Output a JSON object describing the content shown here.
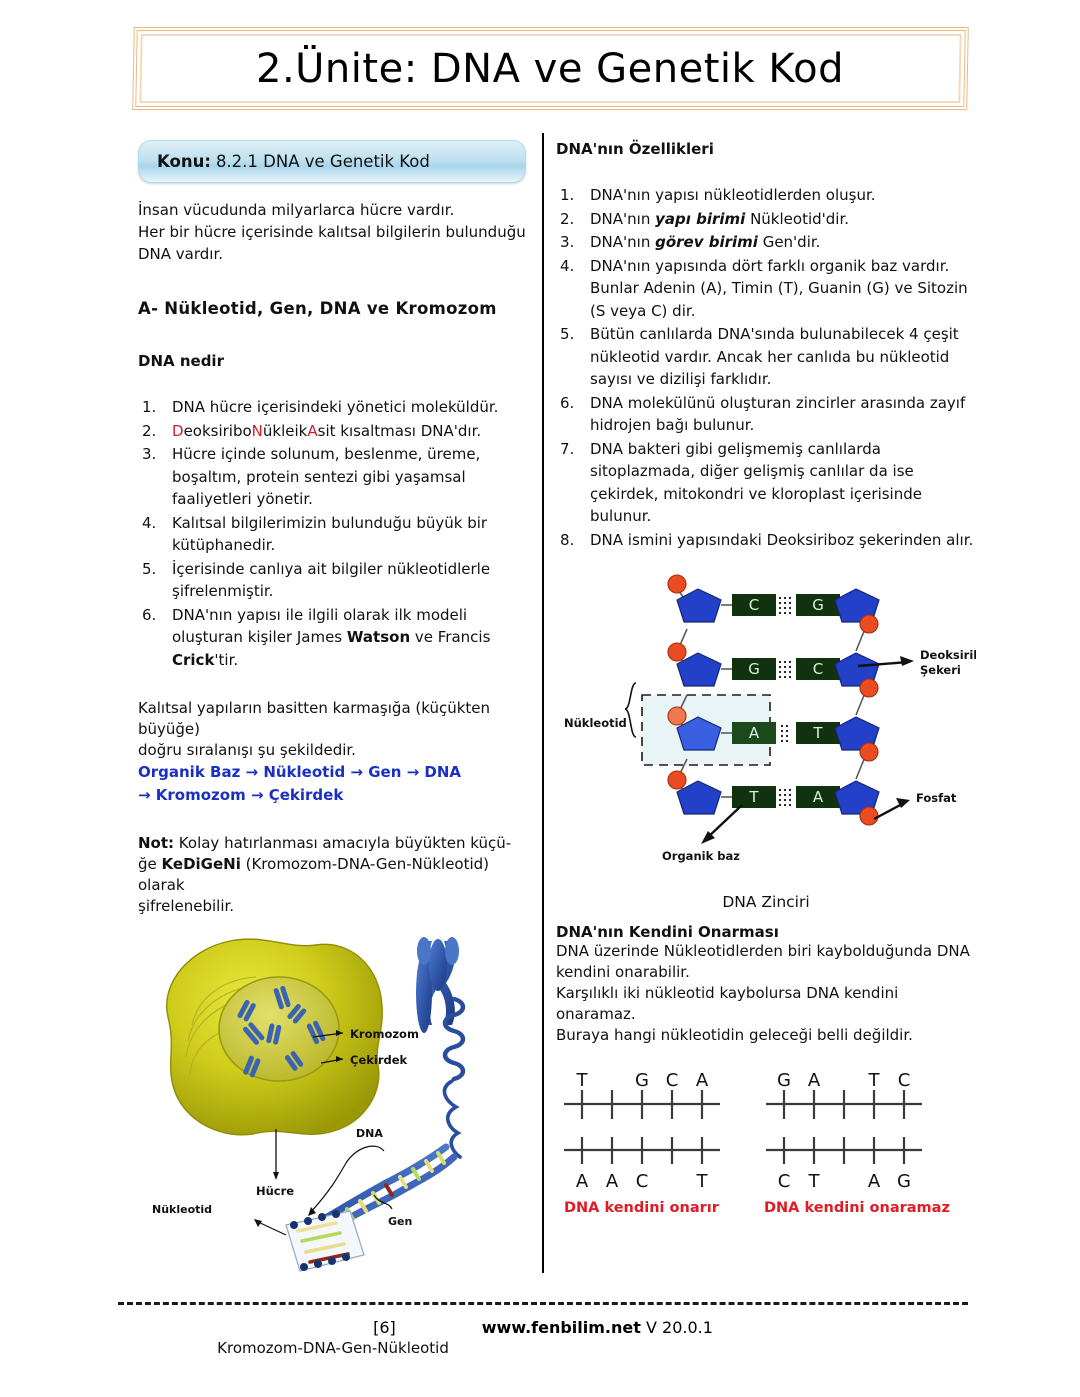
{
  "header": {
    "title": "2.Ünite: DNA ve Genetik Kod"
  },
  "left_column": {
    "konu": {
      "label": "Konu:",
      "value": "8.2.1 DNA ve Genetik Kod"
    },
    "intro": [
      "İnsan vücudunda milyarlarca hücre vardır.",
      "Her bir hücre içerisinde kalıtsal bilgilerin bulunduğu",
      "DNA vardır."
    ],
    "section_heading": "A- Nükleotid, Gen, DNA ve Kromozom",
    "subheading": "DNA nedir",
    "dna_nedir_items": [
      "DNA hücre içerisindeki yönetici moleküldür.",
      "DeoksiriboNükleikAsit kısaltması DNA'dır.",
      "Hücre içinde solunum, beslenme, üreme, boşaltım, protein sentezi gibi yaşamsal faaliyetleri yönetir.",
      "Kalıtsal bilgilerimizin bulunduğu büyük bir kütüphanedir.",
      "İçerisinde canlıya ait bilgiler nükleotidlerle şifrelenmiştir.",
      "DNA'nın yapısı ile ilgili olarak ilk modeli oluşturan kişiler James Watson ve Francis Crick'tir."
    ],
    "item2_parts": {
      "d": "D",
      "eoksiribo": "eoksiribo",
      "n": "N",
      "ukleik": "ükleik",
      "a": "A",
      "sit_rest": "sit kısaltması DNA'dır."
    },
    "item6_parts": {
      "before_watson": "DNA'nın yapısı ile ilgili olarak ilk modeli oluşturan kişiler James ",
      "watson": "Watson",
      "between": " ve Francis ",
      "crick": "Crick",
      "after": "'tir."
    },
    "order_intro": [
      "Kalıtsal yapıların basitten karmaşığa (küçükten büyüğe)",
      "doğru sıralanışı şu şekildedir."
    ],
    "order_chain_line1": "Organik Baz → Nükleotid → Gen → DNA",
    "order_chain_line2": "→ Kromozom → Çekirdek",
    "note": {
      "label": "Not:",
      "text_1": " Kolay hatırlanması amacıyla büyükten küçü-",
      "text_2_prefix": "ğe ",
      "keyword": "KeDiGeNi",
      "text_2_suffix": " (Kromozom-DNA-Gen-Nükleotid) olarak",
      "text_3": "şifrelenebilir."
    },
    "cell_figure": {
      "labels": {
        "kromozom": "Kromozom",
        "cekirdek": "Çekirdek",
        "hucre": "Hücre",
        "dna": "DNA",
        "nukleotid": "Nükleotid",
        "gen": "Gen"
      },
      "caption": "Kromozom-DNA-Gen-Nükleotid"
    }
  },
  "right_column": {
    "ozellikler_heading": "DNA'nın Özellikleri",
    "ozellikler_items": [
      "DNA'nın yapısı nükleotidlerden oluşur.",
      "DNA'nın yapı birimi Nükleotid'dir.",
      "DNA'nın görev birimi Gen'dir.",
      "DNA'nın yapısında dört farklı organik baz vardır. Bunlar Adenin (A), Timin (T), Guanin (G) ve Sitozin (S veya C) dir.",
      "Bütün canlılarda DNA'sında bulunabilecek 4 çeşit nükleotid vardır. Ancak her canlıda bu nükleotid sayısı ve dizilişi farklıdır.",
      "DNA molekülünü oluşturan zincirler arasında zayıf hidrojen bağı bulunur.",
      "DNA bakteri gibi gelişmemiş canlılarda sitoplazmada, diğer gelişmiş canlılar da ise çekirdek, mitokondri ve kloroplast içerisinde bulunur.",
      "DNA ismini yapısındaki Deoksiriboz şekerinden alır."
    ],
    "item2_parts": {
      "a": "DNA'nın ",
      "em": "yapı birimi",
      "b": " Nükleotid'dir."
    },
    "item3_parts": {
      "a": "DNA'nın ",
      "em": "görev birimi",
      "b": " Gen'dir."
    },
    "dna_chain_figure": {
      "caption": "DNA Zinciri",
      "labels": {
        "nukleotid": "Nükleotid",
        "deoksiriboz_l1": "Deoksiribo",
        "deoksiriboz_l2": "Şekeri",
        "fosfat": "Fosfat",
        "organik_baz": "Organik baz"
      },
      "base_pairs": [
        {
          "left": "C",
          "right": "G"
        },
        {
          "left": "G",
          "right": "C"
        },
        {
          "left": "A",
          "right": "T"
        },
        {
          "left": "T",
          "right": "A"
        }
      ]
    },
    "onarma_heading": "DNA'nın Kendini Onarması",
    "onarma_text": [
      "DNA üzerinde Nükleotidlerden biri kaybolduğunda DNA",
      "kendini onarabilir.",
      "Karşılıklı iki nükleotid kaybolursa DNA kendini onaramaz.",
      "Buraya hangi nükleotidin geleceği belli değildir."
    ],
    "repair_figures": [
      {
        "top": [
          "T",
          "",
          "G",
          "C",
          "A"
        ],
        "bottom": [
          "A",
          "A",
          "C",
          "",
          "T"
        ],
        "caption": "DNA kendini onarır"
      },
      {
        "top": [
          "G",
          "A",
          "",
          "T",
          "C"
        ],
        "bottom": [
          "C",
          "T",
          "",
          "A",
          "G"
        ],
        "caption": "DNA kendini onaramaz"
      }
    ]
  },
  "footer": {
    "page_number": "[6]",
    "site": "www.fenbilim.net",
    "version": "V 20.0.1"
  },
  "colors": {
    "title_border": "#efb87f",
    "banner_blue": "#a9d6eb",
    "chain_blue": "#1a2fc4",
    "accent_red": "#cc1f2e",
    "base_box_green": "#10320f",
    "sugar_blue": "#2340c8",
    "phosphate_orange": "#ea4b22"
  }
}
